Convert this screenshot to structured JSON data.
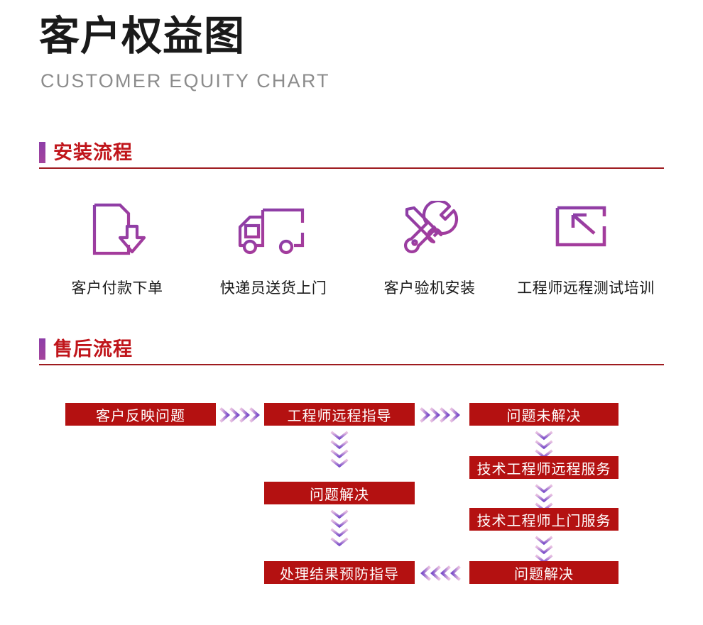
{
  "header": {
    "title_cn": "客户权益图",
    "title_en": "CUSTOMER EQUITY CHART"
  },
  "colors": {
    "box_red": "#b41111",
    "rule_red": "#9e1b1f",
    "section_title_red": "#c0151b",
    "accent_purple": "#8d3ea8",
    "chevron_light": "#e3b6dd",
    "chevron_dark": "#7b4fc9",
    "icon_purple_top": "#8b3fa8",
    "icon_purple_bottom": "#a43c9c",
    "title_black": "#1a1a1a",
    "subtitle_gray": "#8c8c8c"
  },
  "sections": [
    {
      "id": "install",
      "title": "安装流程"
    },
    {
      "id": "aftersales",
      "title": "售后流程"
    }
  ],
  "install_steps": [
    {
      "icon": "document-download-icon",
      "label": "客户付款下单"
    },
    {
      "icon": "delivery-truck-icon",
      "label": "快递员送货上门"
    },
    {
      "icon": "wrench-screwdriver-icon",
      "label": "客户验机安装"
    },
    {
      "icon": "monitor-remote-icon",
      "label": "工程师远程测试培训"
    }
  ],
  "flow": {
    "boxes": [
      {
        "id": "customer-reports-issue",
        "label": "客户反映问题"
      },
      {
        "id": "engineer-remote-guidance",
        "label": "工程师远程指导"
      },
      {
        "id": "issue-unresolved",
        "label": "问题未解决"
      },
      {
        "id": "issue-resolved-middle",
        "label": "问题解决"
      },
      {
        "id": "tech-engineer-remote-service",
        "label": "技术工程师远程服务"
      },
      {
        "id": "tech-engineer-onsite-service",
        "label": "技术工程师上门服务"
      },
      {
        "id": "issue-resolved-right",
        "label": "问题解决"
      },
      {
        "id": "result-prevention-guidance",
        "label": "处理结果预防指导"
      }
    ],
    "connectors": [
      {
        "id": "arrow-right-1",
        "direction": "right",
        "count": 4
      },
      {
        "id": "arrow-right-2",
        "direction": "right",
        "count": 4
      },
      {
        "id": "arrow-down-mid-1",
        "direction": "down",
        "count": 4
      },
      {
        "id": "arrow-down-mid-2",
        "direction": "down",
        "count": 4
      },
      {
        "id": "arrow-down-right-1",
        "direction": "down",
        "count": 4
      },
      {
        "id": "arrow-down-right-2",
        "direction": "down",
        "count": 4
      },
      {
        "id": "arrow-down-right-3",
        "direction": "down",
        "count": 4
      },
      {
        "id": "arrow-left-1",
        "direction": "left",
        "count": 4
      }
    ]
  }
}
